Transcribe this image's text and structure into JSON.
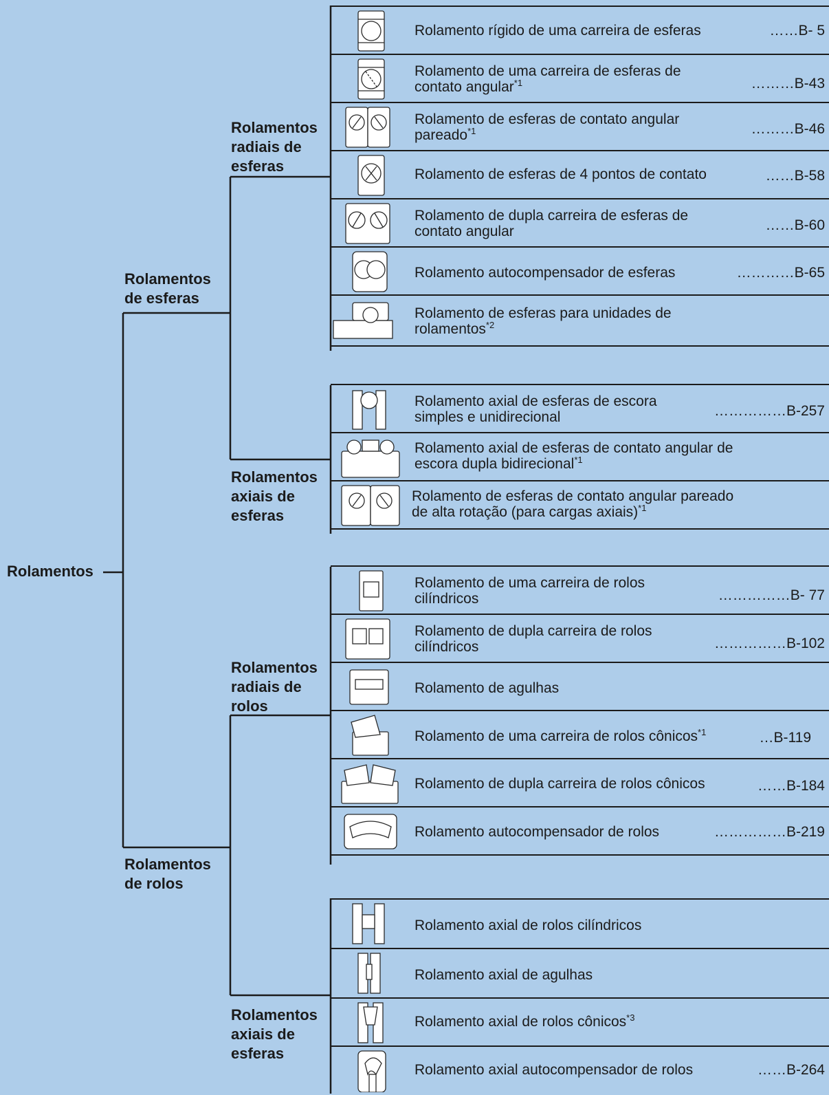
{
  "root": "Rolamentos",
  "groups": {
    "ball": "Rolamentos de esferas",
    "roller": "Rolamentos de rolos"
  },
  "categories": [
    {
      "label": "Rolamentos radiais de esferas",
      "items": [
        {
          "name": "Rolamento rígido de uma carreira de esferas",
          "ref": "……B-  5",
          "icon": "deep-groove-ball-icon"
        },
        {
          "name": "Rolamento de uma carreira de esferas de contato angular*1",
          "ref": "………B-43",
          "icon": "angular-contact-ball-icon"
        },
        {
          "name": "Rolamento de esferas de contato angular pareado*1",
          "ref": "………B-46",
          "icon": "duplex-angular-ball-icon"
        },
        {
          "name": "Rolamento de esferas de 4 pontos de contato",
          "ref": "……B-58",
          "icon": "four-point-contact-ball-icon"
        },
        {
          "name": "Rolamento de dupla carreira de esferas de contato angular",
          "ref": "……B-60",
          "icon": "double-row-angular-ball-icon"
        },
        {
          "name": "Rolamento autocompensador de esferas",
          "ref": "…………B-65",
          "icon": "self-aligning-ball-icon"
        },
        {
          "name": "Rolamento de esferas para unidades de rolamentos*2",
          "ref": "",
          "icon": "bearing-unit-ball-icon"
        }
      ]
    },
    {
      "label": "Rolamentos axiais de esferas",
      "items": [
        {
          "name": "Rolamento axial de esferas de escora simples e unidirecional",
          "ref": "……………B-257",
          "icon": "thrust-ball-icon"
        },
        {
          "name": "Rolamento axial de esferas de contato angular de escora dupla bidirecional*1",
          "ref": "",
          "icon": "double-direction-angular-thrust-icon"
        },
        {
          "name": "Rolamento de esferas de contato angular pareado de alta rotação (para cargas axiais)*1",
          "ref": "",
          "icon": "high-speed-duplex-angular-icon"
        }
      ]
    },
    {
      "label": "Rolamentos radiais de rolos",
      "items": [
        {
          "name": "Rolamento de uma carreira de rolos cilíndricos",
          "ref": "……………B-  77",
          "icon": "cylindrical-roller-icon"
        },
        {
          "name": "Rolamento de dupla carreira de rolos cilíndricos",
          "ref": "……………B-102",
          "icon": "double-row-cylindrical-roller-icon"
        },
        {
          "name": "Rolamento de agulhas",
          "ref": "",
          "icon": "needle-roller-icon"
        },
        {
          "name": "Rolamento de uma carreira de rolos cônicos*1",
          "ref": "…B-119",
          "icon": "tapered-roller-icon"
        },
        {
          "name": "Rolamento de dupla carreira de rolos cônicos",
          "ref": "……B-184",
          "icon": "double-row-tapered-roller-icon"
        },
        {
          "name": "Rolamento autocompensador de rolos",
          "ref": "……………B-219",
          "icon": "spherical-roller-icon"
        }
      ]
    },
    {
      "label": "Rolamentos axiais de esferas",
      "items": [
        {
          "name": "Rolamento axial de rolos cilíndricos",
          "ref": "",
          "icon": "cylindrical-thrust-roller-icon"
        },
        {
          "name": "Rolamento axial de agulhas",
          "ref": "",
          "icon": "needle-thrust-icon"
        },
        {
          "name": "Rolamento axial de rolos cônicos*3",
          "ref": "",
          "icon": "tapered-thrust-roller-icon"
        },
        {
          "name": "Rolamento axial autocompensador de rolos",
          "ref": "……B-264",
          "icon": "spherical-thrust-roller-icon"
        }
      ]
    }
  ],
  "colors": {
    "background": "#aecdea",
    "line": "#1b1b1b",
    "icon_fill": "#ffffff"
  }
}
